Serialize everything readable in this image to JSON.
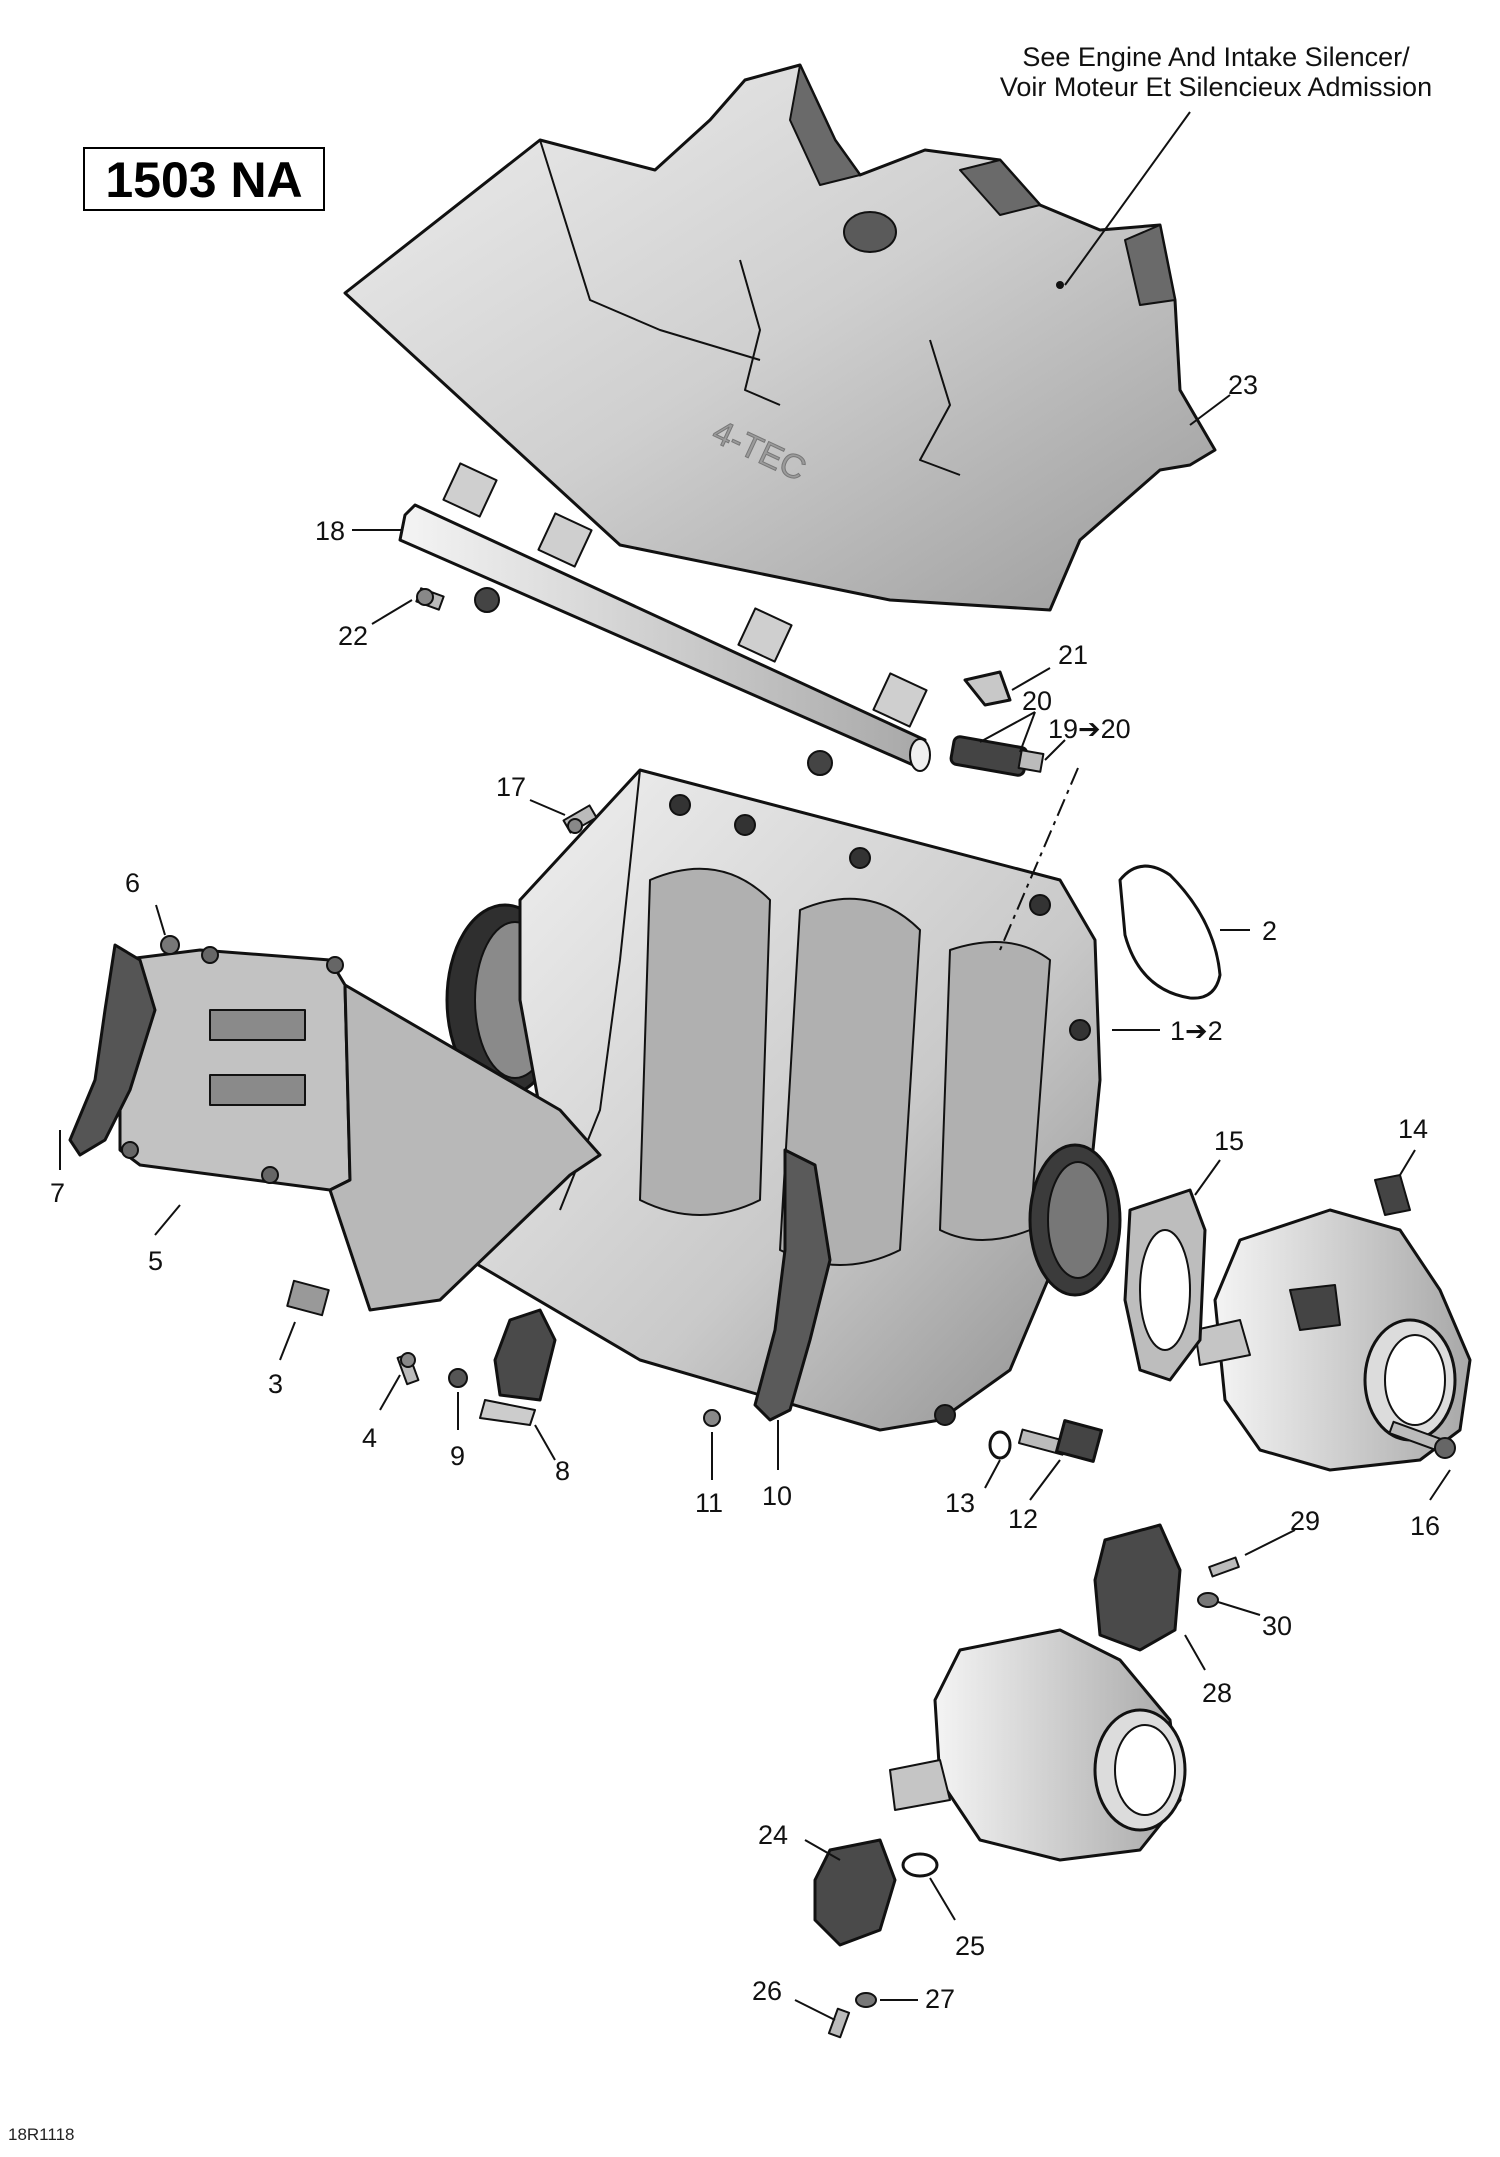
{
  "model_label": "1503 NA",
  "note_line1": "See Engine And Intake Silencer/",
  "note_line2": "Voir Moteur Et Silencieux Admission",
  "figure_id": "18R1118",
  "cover_logo": "4-TEC",
  "callouts": {
    "c1": "1➔2",
    "c2": "2",
    "c3": "3",
    "c4": "4",
    "c5": "5",
    "c6": "6",
    "c7": "7",
    "c8": "8",
    "c9": "9",
    "c10": "10",
    "c11": "11",
    "c12": "12",
    "c13": "13",
    "c14": "14",
    "c15": "15",
    "c16": "16",
    "c17": "17",
    "c18": "18",
    "c19": "19➔20",
    "c20": "20",
    "c21": "21",
    "c22": "22",
    "c23": "23",
    "c24": "24",
    "c25": "25",
    "c26": "26",
    "c27": "27",
    "c28": "28",
    "c29": "29",
    "c30": "30"
  },
  "colors": {
    "part_light": "#d9d9d9",
    "part_mid": "#b5b5b5",
    "part_dark": "#4a4a4a",
    "line": "#111111"
  }
}
